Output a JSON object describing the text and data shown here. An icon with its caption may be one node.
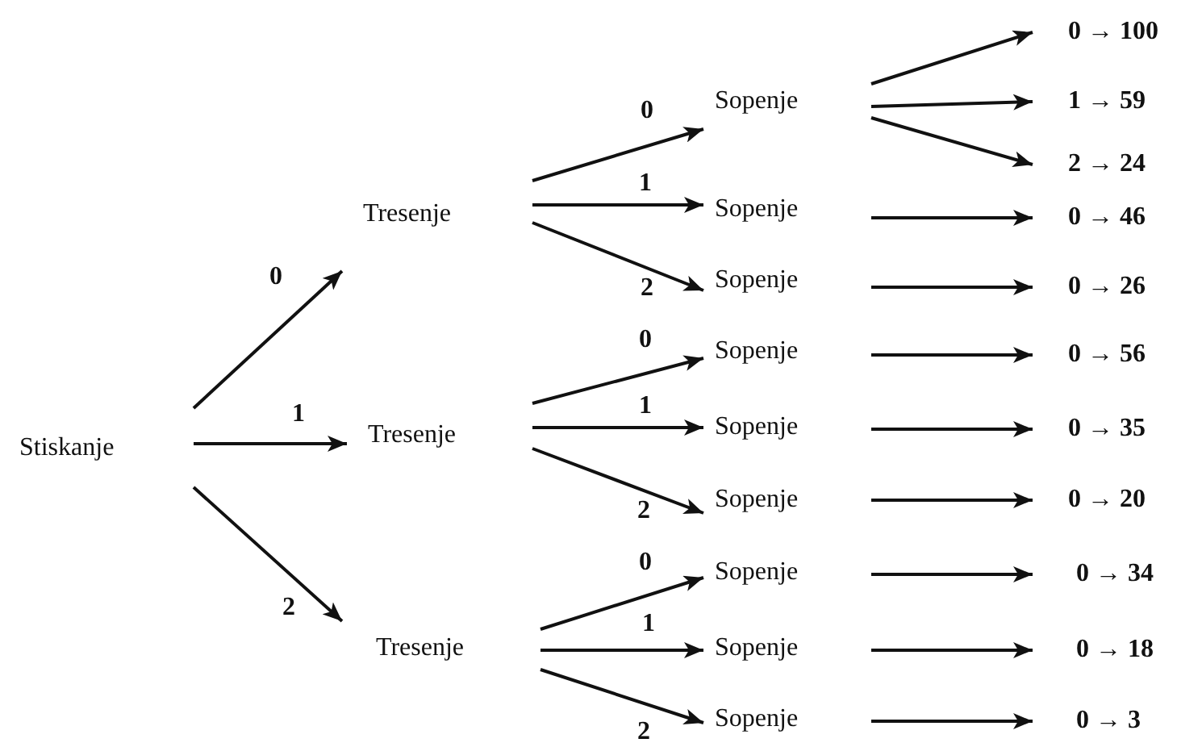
{
  "diagram": {
    "nodes": [
      {
        "text": [
          "Stiskanje"
        ]
      },
      {
        "text": [
          "Tresenje"
        ]
      },
      {
        "text": [
          "Tresenje"
        ]
      },
      {
        "text": [
          "Tresenje"
        ]
      },
      {
        "text": [
          "Sopenje"
        ]
      },
      {
        "text": [
          "Sopenje"
        ]
      },
      {
        "text": [
          "Sopenje"
        ]
      },
      {
        "text": [
          "Sopenje"
        ]
      },
      {
        "text": [
          "Sopenje"
        ]
      },
      {
        "text": [
          "Sopenje"
        ]
      },
      {
        "text": [
          "Sopenje"
        ]
      },
      {
        "text": [
          "Sopenje"
        ]
      },
      {
        "text": [
          "Sopenje"
        ]
      },
      {
        "text": [
          "0 → 100"
        ]
      },
      {
        "text": [
          "1 → 59"
        ]
      },
      {
        "text": [
          "2 → 24"
        ]
      },
      {
        "text": [
          "0 → 46"
        ]
      },
      {
        "text": [
          "0 → 26"
        ]
      },
      {
        "text": [
          "0 → 56"
        ]
      },
      {
        "text": [
          "0 → 35"
        ]
      },
      {
        "text": [
          "0 → 20"
        ]
      },
      {
        "text": [
          "0 → 34"
        ]
      },
      {
        "text": [
          "0 → 18"
        ]
      },
      {
        "text": [
          "0 → 3"
        ]
      }
    ],
    "edges": [
      {
        "from": 0,
        "to": 1,
        "arrow": "to",
        "label": "0"
      },
      {
        "from": 0,
        "to": 2,
        "arrow": "to",
        "label": "1"
      },
      {
        "from": 0,
        "to": 3,
        "arrow": "to",
        "label": "2"
      },
      {
        "from": 1,
        "to": 4,
        "arrow": "to",
        "label": "0"
      },
      {
        "from": 1,
        "to": 5,
        "arrow": "to",
        "label": "1"
      },
      {
        "from": 1,
        "to": 6,
        "arrow": "to",
        "label": "2"
      },
      {
        "from": 2,
        "to": 7,
        "arrow": "to",
        "label": "0"
      },
      {
        "from": 2,
        "to": 8,
        "arrow": "to",
        "label": "1"
      },
      {
        "from": 2,
        "to": 9,
        "arrow": "to",
        "label": "2"
      },
      {
        "from": 3,
        "to": 10,
        "arrow": "to",
        "label": "0"
      },
      {
        "from": 3,
        "to": 11,
        "arrow": "to",
        "label": "1"
      },
      {
        "from": 3,
        "to": 12,
        "arrow": "to",
        "label": "2"
      },
      {
        "from": 4,
        "to": 13,
        "arrow": "to"
      },
      {
        "from": 4,
        "to": 14,
        "arrow": "to"
      },
      {
        "from": 4,
        "to": 15,
        "arrow": "to"
      },
      {
        "from": 5,
        "to": 16,
        "arrow": "to"
      },
      {
        "from": 6,
        "to": 17,
        "arrow": "to"
      },
      {
        "from": 7,
        "to": 18,
        "arrow": "to"
      },
      {
        "from": 8,
        "to": 19,
        "arrow": "to"
      },
      {
        "from": 9,
        "to": 20,
        "arrow": "to"
      },
      {
        "from": 10,
        "to": 21,
        "arrow": "to"
      },
      {
        "from": 11,
        "to": 22,
        "arrow": "to"
      },
      {
        "from": 12,
        "to": 23,
        "arrow": "to"
      }
    ]
  }
}
